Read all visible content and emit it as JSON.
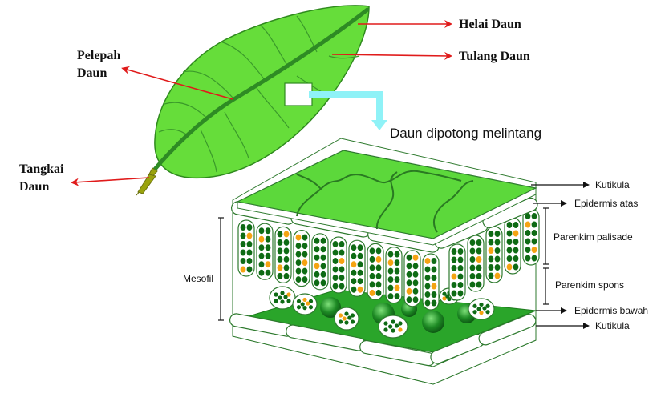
{
  "labels": {
    "helai_daun": "Helai Daun",
    "tulang_daun": "Tulang Daun",
    "pelepah_line1": "Pelepah",
    "pelepah_line2": "Daun",
    "tangkai_line1": "Tangkai",
    "tangkai_line2": "Daun",
    "daun_dipotong": "Daun dipotong melintang",
    "kutikula_top": "Kutikula",
    "epidermis_atas": "Epidermis atas",
    "parenkim_palisade": "Parenkim palisade",
    "mesofil": "Mesofil",
    "parenkim_spons": "Parenkim spons",
    "epidermis_bawah": "Epidermis bawah",
    "kutikula_bottom": "Kutikula"
  },
  "colors": {
    "leaf_fill": "#66dd3a",
    "leaf_stroke": "#2f8a1e",
    "vein": "#2e8b24",
    "stalk": "#9aa30d",
    "arrow_red": "#e01b1b",
    "arrow_cyan": "#8ff2f7",
    "top_surface": "#5cd83b",
    "bottom_surface": "#2aa52a",
    "chloroplast": "#0e6b14",
    "stoma_orange": "#f5a313",
    "outline": "#2e7a2e"
  }
}
